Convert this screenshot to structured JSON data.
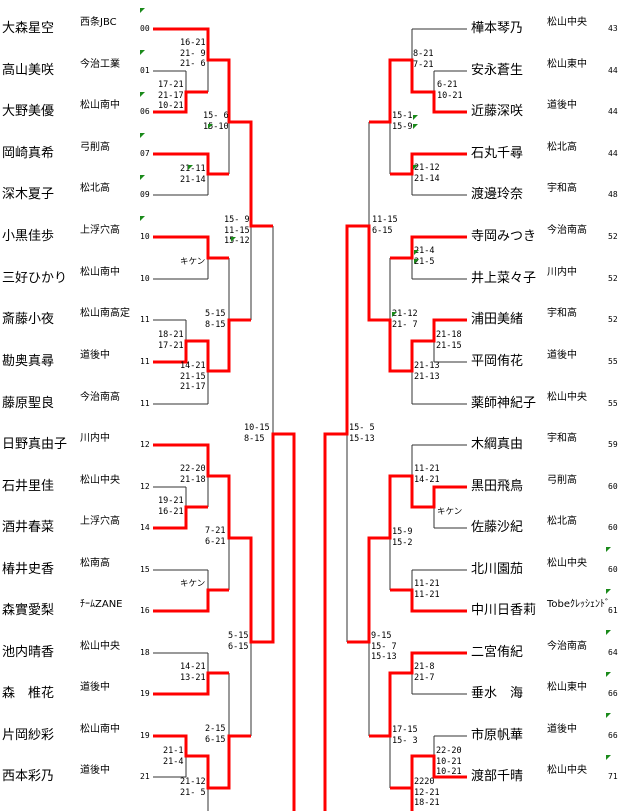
{
  "colors": {
    "winner_line": "#ff0000",
    "bracket_line": "#000000",
    "mark": "#1a8a1a"
  },
  "left_players": [
    {
      "name": "大森星空",
      "team": "西条JBC",
      "no": "00"
    },
    {
      "name": "高山美咲",
      "team": "今治工業",
      "no": "01"
    },
    {
      "name": "大野美優",
      "team": "松山南中",
      "no": "06"
    },
    {
      "name": "岡崎真希",
      "team": "弓削高",
      "no": "07"
    },
    {
      "name": "深木夏子",
      "team": "松北高",
      "no": "09"
    },
    {
      "name": "小黒佳歩",
      "team": "上浮穴高",
      "no": "10"
    },
    {
      "name": "三好ひかり",
      "team": "松山南中",
      "no": "10"
    },
    {
      "name": "斎藤小夜",
      "team": "松山南高定",
      "no": "11"
    },
    {
      "name": "勘奥真尋",
      "team": "道後中",
      "no": "11"
    },
    {
      "name": "藤原聖良",
      "team": "今治南高",
      "no": "11"
    },
    {
      "name": "日野真由子",
      "team": "川内中",
      "no": "12"
    },
    {
      "name": "石井里佳",
      "team": "松山中央",
      "no": "12"
    },
    {
      "name": "酒井春菜",
      "team": "上浮穴高",
      "no": "14"
    },
    {
      "name": "椿井史香",
      "team": "松南高",
      "no": "15"
    },
    {
      "name": "森實愛梨",
      "team": "ﾁｰﾑZANE",
      "no": "16"
    },
    {
      "name": "池内晴香",
      "team": "松山中央",
      "no": "18"
    },
    {
      "name": "森　椎花",
      "team": "道後中",
      "no": "19"
    },
    {
      "name": "片岡紗彩",
      "team": "松山南中",
      "no": "19"
    },
    {
      "name": "西本彩乃",
      "team": "道後中",
      "no": "21"
    }
  ],
  "right_players": [
    {
      "name": "樺本琴乃",
      "team": "松山中央",
      "no": "43"
    },
    {
      "name": "安永蒼生",
      "team": "松山東中",
      "no": "44"
    },
    {
      "name": "近藤深咲",
      "team": "道後中",
      "no": "44"
    },
    {
      "name": "石丸千尋",
      "team": "松北高",
      "no": "44"
    },
    {
      "name": "渡邊玲奈",
      "team": "宇和高",
      "no": "48"
    },
    {
      "name": "寺岡みつき",
      "team": "今治南高",
      "no": "52"
    },
    {
      "name": "井上菜々子",
      "team": "川内中",
      "no": "52"
    },
    {
      "name": "浦田美緒",
      "team": "宇和高",
      "no": "52"
    },
    {
      "name": "平岡侑花",
      "team": "道後中",
      "no": "55"
    },
    {
      "name": "薬師神紀子",
      "team": "松山中央",
      "no": "55"
    },
    {
      "name": "木綱真由",
      "team": "宇和高",
      "no": "59"
    },
    {
      "name": "黒田飛鳥",
      "team": "弓削高",
      "no": "60"
    },
    {
      "name": "佐藤沙紀",
      "team": "松北高",
      "no": "60"
    },
    {
      "name": "北川園茄",
      "team": "松山中央",
      "no": "60"
    },
    {
      "name": "中川日香莉",
      "team": "Tobeｸﾚｯｼｪﾝﾄﾞ",
      "no": "61"
    },
    {
      "name": "二宮侑紀",
      "team": "今治南高",
      "no": "64"
    },
    {
      "name": "垂水　海",
      "team": "松山東中",
      "no": "66"
    },
    {
      "name": "市原帆華",
      "team": "道後中",
      "no": "66"
    },
    {
      "name": "渡部千晴",
      "team": "松山中央",
      "no": "71"
    }
  ],
  "left_scores": [
    [
      "16-21",
      "21- 9",
      "21- 6"
    ],
    [
      "17-21",
      "21-17",
      "10-21"
    ],
    [
      "15- 6",
      "15-10"
    ],
    [
      "21-11",
      "21-14"
    ],
    [
      "15- 9",
      "11-15",
      "15-12"
    ],
    [
      "キケン"
    ],
    [
      "5-15",
      "8-15"
    ],
    [
      "18-21",
      "17-21"
    ],
    [
      "14-21",
      "21-15",
      "21-17"
    ],
    [
      "10-15",
      "8-15"
    ],
    [
      "22-20",
      "21-18"
    ],
    [
      "19-21",
      "16-21"
    ],
    [
      "7-21",
      "6-21"
    ],
    [
      "キケン"
    ],
    [
      "5-15",
      "6-15"
    ],
    [
      "14-21",
      "13-21"
    ],
    [
      "2-15",
      "6-15"
    ],
    [
      "21-1",
      "21-4"
    ],
    [
      "21-12",
      "21- 5"
    ]
  ],
  "right_scores": [
    [
      "8-21",
      "7-21"
    ],
    [
      "6-21",
      "10-21"
    ],
    [
      "15-1",
      "15-9"
    ],
    [
      "21-12",
      "21-14"
    ],
    [
      "11-15",
      "6-15"
    ],
    [
      "21-4",
      "21-5"
    ],
    [
      "21-12",
      "21- 7"
    ],
    [
      "21-18",
      "21-15"
    ],
    [
      "21-13",
      "21-13"
    ],
    [
      "15- 5",
      "15-13"
    ],
    [
      "11-21",
      "14-21"
    ],
    [
      "キケン"
    ],
    [
      "15-9",
      "15-2"
    ],
    [
      "11-21",
      "11-21"
    ],
    [
      "9-15",
      "15- 7",
      "15-13"
    ],
    [
      "21-8",
      "21-7"
    ],
    [
      "17-15",
      "15- 3"
    ],
    [
      "22-20",
      "10-21",
      "10-21"
    ],
    [
      "2220",
      "12-21",
      "18-21"
    ]
  ]
}
